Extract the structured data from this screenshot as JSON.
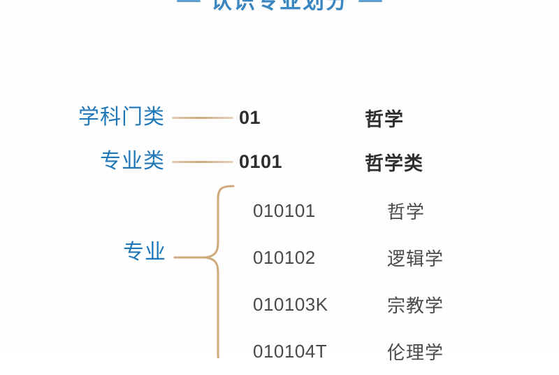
{
  "header": {
    "dash_left": "—",
    "dash_right": "—",
    "title": "认识专业划分"
  },
  "colors": {
    "accent_blue": "#1f77b8",
    "title_blue": "#3a86c0",
    "brace_tan": "#cfa87e",
    "text_dark": "#2e2e2e",
    "text_gray": "#4a4a4a",
    "background": "#ffffff"
  },
  "tiers": [
    {
      "label": "学科门类",
      "code": "01",
      "name": "哲学"
    },
    {
      "label": "专业类",
      "code": "0101",
      "name": "哲学类"
    }
  ],
  "major": {
    "label": "专业",
    "items": [
      {
        "code": "010101",
        "name": "哲学"
      },
      {
        "code": "010102",
        "name": "逻辑学"
      },
      {
        "code": "010103K",
        "name": "宗教学"
      },
      {
        "code": "010104T",
        "name": "伦理学"
      }
    ]
  }
}
